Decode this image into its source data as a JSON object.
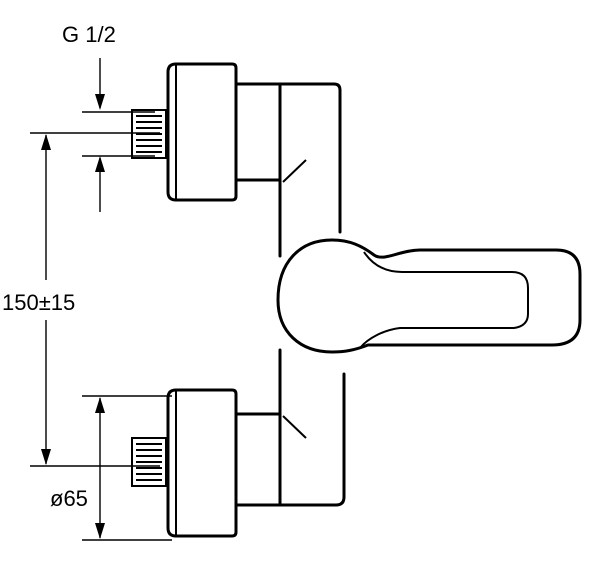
{
  "labels": {
    "thread_size": "G 1/2",
    "center_distance": "150±15",
    "rosette_diameter": "ø65"
  }
}
